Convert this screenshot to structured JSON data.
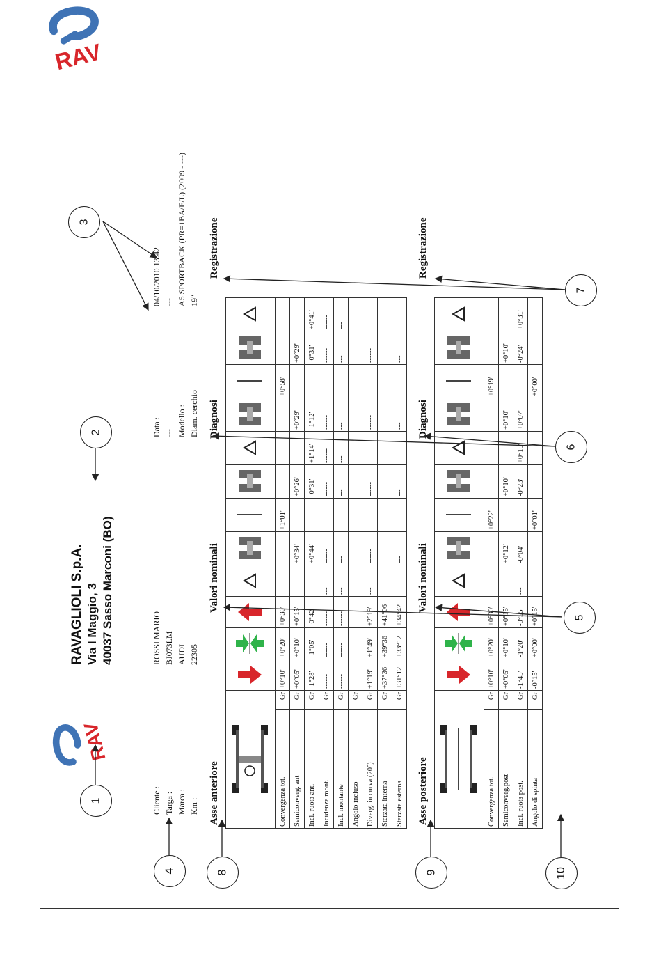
{
  "brand": {
    "logo_text": "RAV",
    "logo_red": "#d8262b",
    "logo_blue": "#3f73b5"
  },
  "header": {
    "company": "RAVAGLIOLI S.p.A.",
    "address": "Via I Maggio, 3",
    "city": "40037 Sasso Marconi (BO)"
  },
  "customer": {
    "labels": [
      "Cliente :",
      "Targa :",
      "Marca :",
      "Km :"
    ],
    "values": [
      "ROSSI MARIO",
      "BJ073LM",
      "AUDI",
      "22305"
    ]
  },
  "vehicle": {
    "labels": [
      "Data :",
      "---",
      "Modello :",
      "Diam. cerchio"
    ],
    "values": [
      "04/10/2010   13:42",
      "---",
      "A5 SPORTBACK (PR=1BA/E/L) (2009 - ---)",
      "19\""
    ]
  },
  "sections": {
    "front": "Asse anteriore",
    "rear": "Asse posteriore",
    "nominal": "Valori nominali",
    "diagnosis": "Diagnosi",
    "adjustment": "Registrazione"
  },
  "front_rows": [
    {
      "name": "Convergenza tot.",
      "unit": "Gr",
      "nom": [
        "+0°10'",
        "+0°20'",
        "+0°30'"
      ],
      "diag": [
        "",
        "+1°01'",
        ""
      ],
      "reg": [
        "",
        "+0°58'",
        ""
      ]
    },
    {
      "name": "Semiconverg. ant",
      "unit": "Gr",
      "nom": [
        "+0°05'",
        "+0°10'",
        "+0°15'"
      ],
      "diag": [
        "+0°34'",
        "",
        "+0°26'"
      ],
      "reg": [
        "+0°29'",
        "",
        "+0°29'"
      ]
    },
    {
      "name": "Incl. ruota ant.",
      "unit": "Gr",
      "nom": [
        "-1°28'",
        "-1°05'",
        "-0°42'"
      ],
      "diag": [
        "+0°44'",
        "",
        "-0°31'"
      ],
      "reg": [
        "-1°12'",
        "",
        "-0°31'"
      ]
    },
    {
      "name": "Incidenza mont.",
      "unit": "Gr",
      "nom": [
        "------",
        "------",
        "------"
      ],
      "diag": [
        "------",
        "",
        "------"
      ],
      "reg": [
        "------",
        "",
        "------"
      ]
    },
    {
      "name": "Incl. montante",
      "unit": "Gr",
      "nom": [
        "------",
        "------",
        "------"
      ],
      "diag": [
        "---",
        "",
        "---"
      ],
      "reg": [
        "---",
        "",
        "---"
      ]
    },
    {
      "name": "Angolo incluso",
      "unit": "Gr",
      "nom": [
        "------",
        "------",
        "------"
      ],
      "diag": [
        "---",
        "",
        "---"
      ],
      "reg": [
        "---",
        "",
        "---"
      ]
    },
    {
      "name": "Diverg. in curva (20°)",
      "unit": "Gr",
      "nom": [
        "+1°19'",
        "+1°49'",
        "+2°19'"
      ],
      "diag": [
        "------",
        "",
        "------"
      ],
      "reg": [
        "------",
        "",
        "------"
      ]
    },
    {
      "name": "Sterzata interna",
      "unit": "Gr",
      "nom": [
        "+37°36",
        "+39°36",
        "+41°06"
      ],
      "diag": [
        "---",
        "",
        "---"
      ],
      "reg": [
        "---",
        "",
        "---"
      ]
    },
    {
      "name": "Sterzata esterna",
      "unit": "Gr",
      "nom": [
        "+31°12",
        "+33°12",
        "+34°42"
      ],
      "diag": [
        "---",
        "",
        "---"
      ],
      "reg": [
        "---",
        "",
        "---"
      ]
    }
  ],
  "front_extras": {
    "nom_dashes": [
      "",
      "",
      "---",
      "---",
      "---",
      "---",
      "---",
      "",
      ""
    ],
    "diag_delta": [
      "",
      "",
      "+1°14'",
      "------",
      "---",
      "---",
      "",
      "",
      ""
    ],
    "reg_delta": [
      "",
      "",
      "+0°41'",
      "------",
      "---",
      "---",
      "",
      "",
      ""
    ]
  },
  "rear_rows": [
    {
      "name": "Convergenza tot.",
      "unit": "Gr",
      "nom": [
        "+0°10'",
        "+0°20'",
        "+0°30'"
      ],
      "diag": [
        "",
        "+0°22'",
        ""
      ],
      "reg": [
        "",
        "+0°19'",
        ""
      ]
    },
    {
      "name": "Semiconverg.post",
      "unit": "Gr",
      "nom": [
        "+0°05'",
        "+0°10'",
        "+0°15'"
      ],
      "diag": [
        "+0°12'",
        "",
        "+0°10'"
      ],
      "reg": [
        "+0°10'",
        "",
        "+0°10'"
      ]
    },
    {
      "name": "Incl. ruota post.",
      "unit": "Gr",
      "nom": [
        "-1°45'",
        "-1°20'",
        "-0°55'"
      ],
      "diag": [
        "-0°04'",
        "",
        "-0°23'"
      ],
      "reg": [
        "+0°07'",
        "",
        "-0°24'"
      ]
    },
    {
      "name": "Angolo di spinta",
      "unit": "Gr",
      "nom": [
        "-0°15'",
        "+0°00'",
        "+0°15'"
      ],
      "diag": [
        "",
        "+0°01'",
        ""
      ],
      "reg": [
        "",
        "+0°00'",
        ""
      ]
    }
  ],
  "rear_extras": {
    "nom_dashes": [
      "",
      "",
      "---",
      ""
    ],
    "diag_delta": [
      "",
      "",
      "+0°19'",
      ""
    ],
    "reg_delta": [
      "",
      "",
      "+0°31'",
      ""
    ]
  },
  "callouts": [
    "1",
    "2",
    "3",
    "4",
    "5",
    "6",
    "7",
    "8",
    "9",
    "10"
  ]
}
